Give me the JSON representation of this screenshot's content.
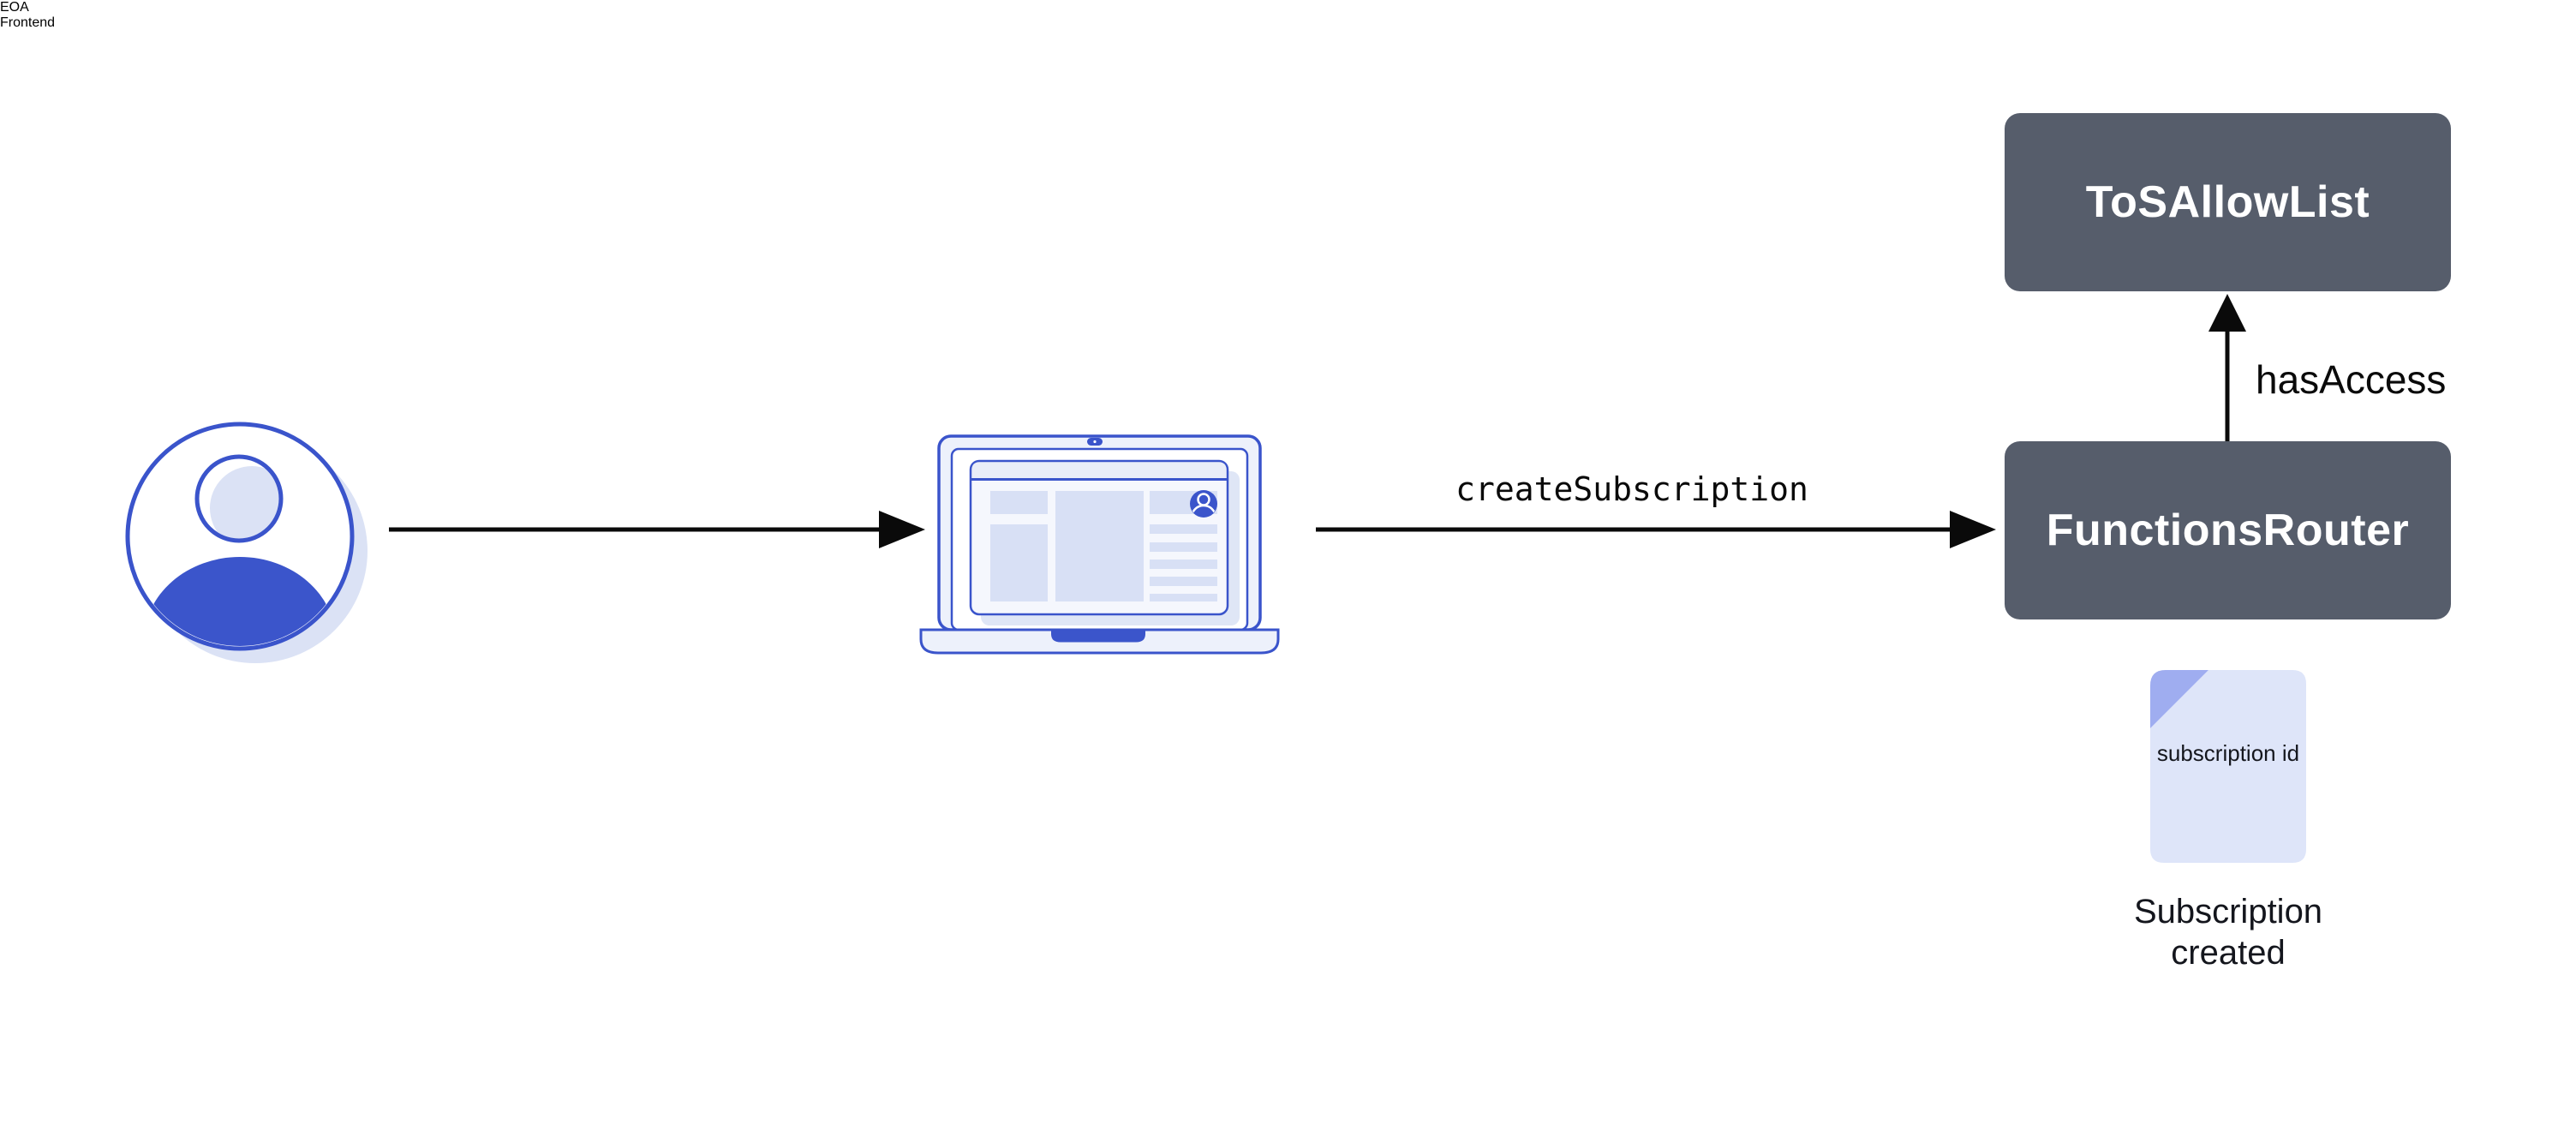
{
  "diagram": {
    "nodes": {
      "eoa": {
        "label": "EOA",
        "icon": "user-avatar-icon"
      },
      "frontend": {
        "label": "Frontend",
        "icon": "laptop-icon"
      },
      "functions_router": {
        "label": "FunctionsRouter"
      },
      "tos_allow_list": {
        "label": "ToSAllowList"
      }
    },
    "edges": {
      "frontend_to_router": {
        "label": "createSubscription"
      },
      "router_to_tos": {
        "label": "hasAccess"
      }
    },
    "artifact": {
      "icon": "document-icon",
      "document_label": "subscription id",
      "caption": "Subscription created"
    },
    "colors": {
      "background": "#ffffff",
      "node_box": "#565d6b",
      "node_box_text": "#ffffff",
      "accent_blue": "#3b55cb",
      "outline_blue": "#3a54cb",
      "light_periwinkle": "#dbe2f5",
      "panel_fill": "#d8e0f5",
      "laptop_body": "#edf1fb",
      "doc_fill": "#dee5f9",
      "doc_fold": "#9fadf0",
      "label_navy": "#1a2138",
      "arrow_black": "#0a0a0a"
    }
  }
}
